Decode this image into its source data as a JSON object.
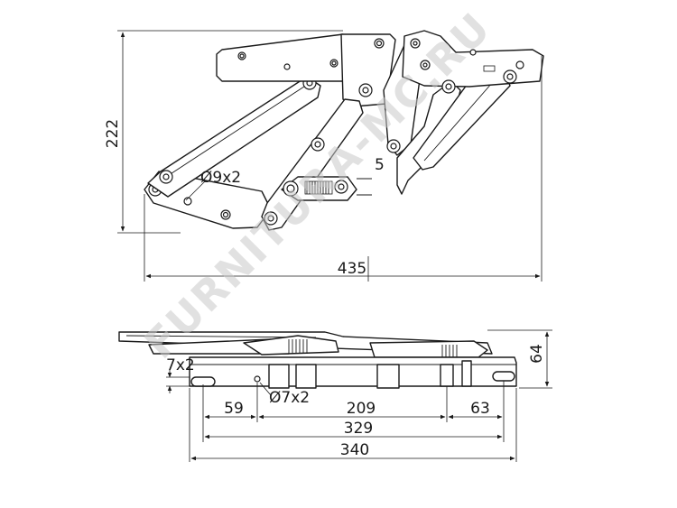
{
  "watermark": "FURNITURA-MC.RU",
  "top_view": {
    "height_label": "222",
    "width_label": "435",
    "hole_label": "Ø9x2",
    "spring_offset_label": "5"
  },
  "side_view": {
    "height_label": "64",
    "slot_label": "7x2",
    "hole_label": "Ø7x2",
    "dim_59": "59",
    "dim_209": "209",
    "dim_63": "63",
    "dim_329": "329",
    "dim_340": "340"
  }
}
